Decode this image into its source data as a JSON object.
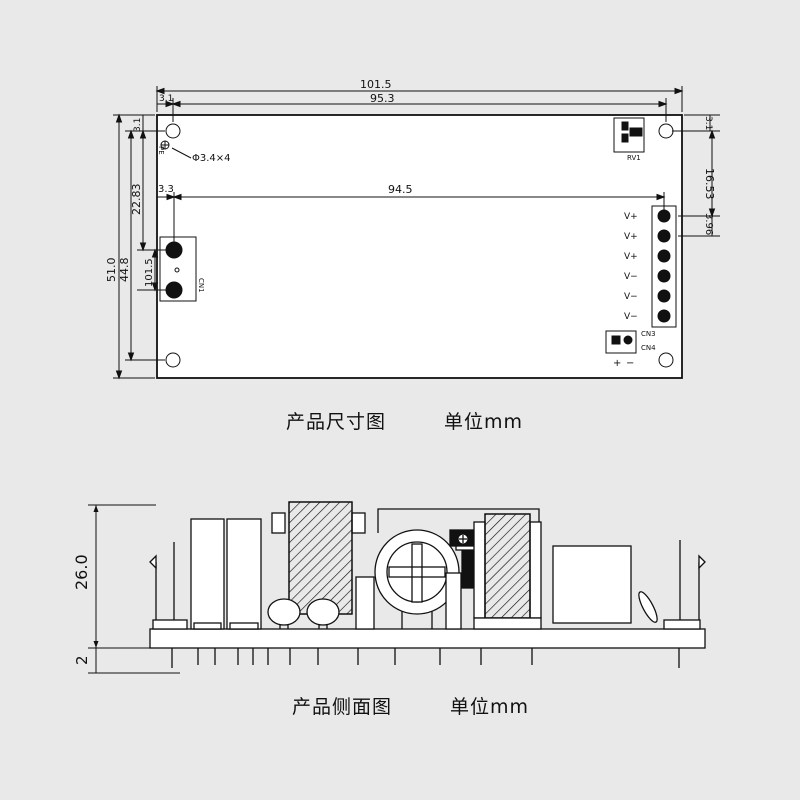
{
  "top_view": {
    "dimensions": {
      "overall_width": "101.5",
      "hole_spacing_x": "95.3",
      "left_offset": "3.1",
      "top_offset_left": "3.1",
      "top_offset_right": "3.1",
      "height": "51.0",
      "hole_spacing_y": "44.8",
      "cn1_offset_y": "22.83",
      "cn1_pitch": "101.5",
      "cn1_offset_x": "3.3",
      "cn_spacing_x": "94.5",
      "cn3_offset_y": "16.53",
      "cn3_pitch": "3.96",
      "hole_spec": "Φ3.4×4"
    },
    "labels": {
      "rv1": "RV1",
      "cn1": "CN1",
      "cn3": "CN3",
      "cn4": "CN4",
      "cn4_plus": "+",
      "cn4_minus": "−",
      "pin_vplus": "V+",
      "pin_vminus": "V−",
      "hole_mark": "PE"
    },
    "caption": "产品尺寸图",
    "unit": "单位mm"
  },
  "side_view": {
    "dimensions": {
      "height": "26.0",
      "pin_length": "2"
    },
    "caption": "产品侧面图",
    "unit": "单位mm"
  }
}
